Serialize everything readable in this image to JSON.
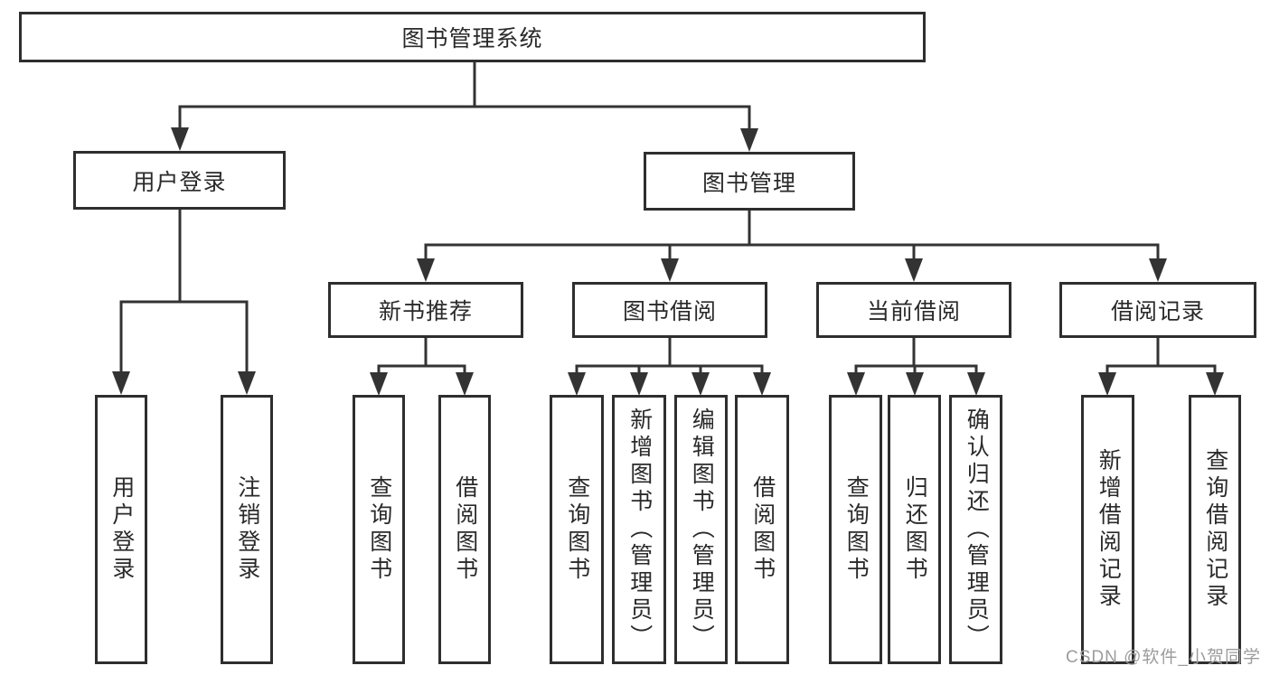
{
  "diagram": {
    "root": {
      "label": "图书管理系统"
    },
    "level1": [
      {
        "label": "用户登录"
      },
      {
        "label": "图书管理"
      }
    ],
    "level2": [
      {
        "label": "新书推荐"
      },
      {
        "label": "图书借阅"
      },
      {
        "label": "当前借阅"
      },
      {
        "label": "借阅记录"
      }
    ],
    "leaves": {
      "user_login": [
        "用户登录",
        "注销登录"
      ],
      "new_book": [
        "查询图书",
        "借阅图书"
      ],
      "book_borrow": [
        "查询图书",
        "新增图书（管理员）",
        "编辑图书（管理员）",
        "借阅图书"
      ],
      "current_borrow": [
        "查询图书",
        "归还图书",
        "确认归还（管理员）"
      ],
      "borrow_record": [
        "新增借阅记录",
        "查询借阅记录"
      ]
    }
  },
  "watermark": "CSDN @软件_小贺同学",
  "colors": {
    "line": "#333333",
    "box_border": "#2e2e2e",
    "text": "#2a2a2a",
    "watermark": "#9c9c9c",
    "background": "#ffffff"
  }
}
